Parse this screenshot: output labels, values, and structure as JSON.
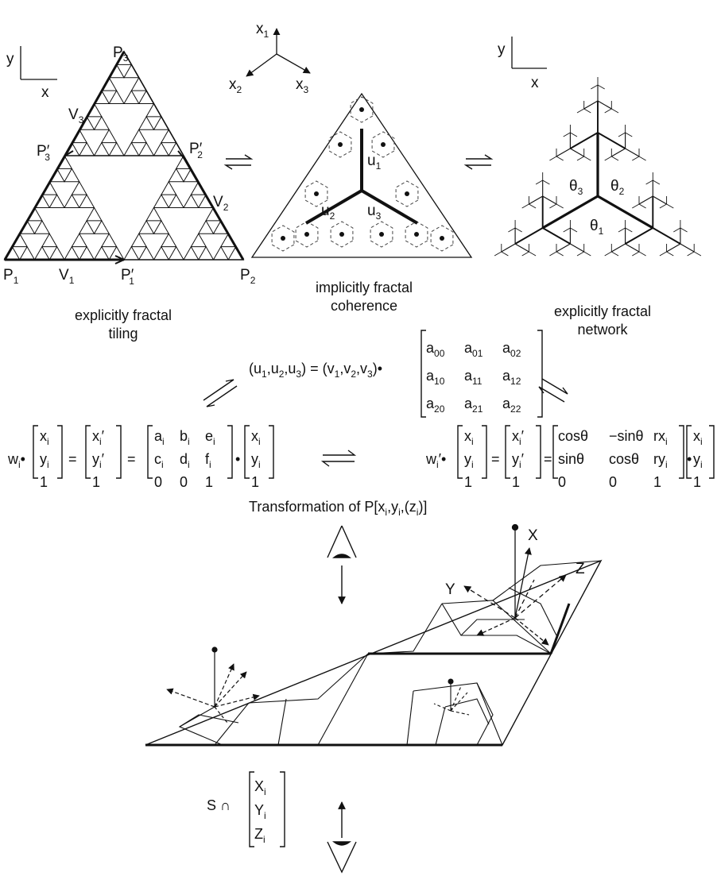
{
  "captions": {
    "tiling": [
      "explicitly fractal",
      "tiling"
    ],
    "coherence": [
      "implicitly fractal",
      "coherence"
    ],
    "network": [
      "explicitly fractal",
      "network"
    ],
    "transformation": "Transformation of P[x",
    "transformation_tail": ",y",
    "transformation_tail2": ",(z",
    "transformation_end": ")]"
  },
  "axes_left": {
    "y": "y",
    "x": "x"
  },
  "axes_mid": {
    "x1": "x",
    "x2": "x",
    "x3": "x",
    "sub1": "1",
    "sub2": "2",
    "sub3": "3"
  },
  "axes_right": {
    "y": "y",
    "x": "x"
  },
  "tiling_labels": {
    "P": "P",
    "V": "V",
    "prime": "′",
    "s1": "1",
    "s2": "2",
    "s3": "3"
  },
  "coherence_labels": {
    "u": "u",
    "s1": "1",
    "s2": "2",
    "s3": "3"
  },
  "network_labels": {
    "theta": "θ",
    "s1": "1",
    "s2": "2",
    "s3": "3"
  },
  "equation_u": {
    "lhs": "(u",
    "c1": ",u",
    "c2": ",u",
    "close": ") = (v",
    "v1": ",v",
    "v2": ",v",
    "close2": ")•",
    "s1": "1",
    "s2": "2",
    "s3": "3",
    "a": "a",
    "subs": [
      [
        "00",
        "01",
        "02"
      ],
      [
        "10",
        "11",
        "12"
      ],
      [
        "20",
        "21",
        "22"
      ]
    ]
  },
  "equation_left": {
    "w": "w",
    "dot": "•",
    "eq": "=",
    "i": "i",
    "col1": [
      "x",
      "y",
      "1"
    ],
    "col2": [
      "x",
      "y",
      "1"
    ],
    "mat": [
      [
        "a",
        "b",
        "e"
      ],
      [
        "c",
        "d",
        "f"
      ],
      [
        "0",
        "0",
        "1"
      ]
    ],
    "col3": [
      "x",
      "y",
      "1"
    ]
  },
  "equation_right": {
    "w": "w",
    "prime": "′",
    "dot": "•",
    "eq": "=",
    "i": "i",
    "col1": [
      "x",
      "y",
      "1"
    ],
    "col2": [
      "x",
      "y",
      "1"
    ],
    "mat": [
      [
        "cosθ",
        "−sinθ",
        "rx"
      ],
      [
        "sinθ",
        "cosθ",
        "ry"
      ],
      [
        "0",
        "0",
        "1"
      ]
    ],
    "col3": [
      "x",
      "y",
      "1"
    ]
  },
  "axes_3d": {
    "X": "X",
    "Y": "Y",
    "Z": "Z"
  },
  "intersection": {
    "S": "S ∩",
    "col": [
      "X",
      "Y",
      "Z"
    ],
    "i": "i"
  }
}
